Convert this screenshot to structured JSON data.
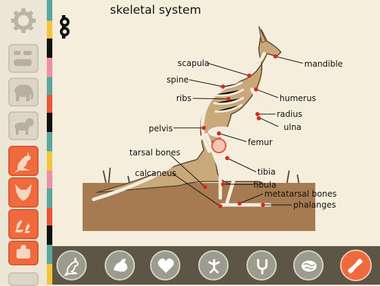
{
  "header": {
    "title": "skeletal system"
  },
  "colors": {
    "accent": "#ef6a3c",
    "bone_dot": "#d62a1f",
    "dirt": "#a67b52"
  },
  "sidebar": {
    "items": [
      {
        "name": "animals-group",
        "icon": "kangaroo-group-icon",
        "state": "inactive"
      },
      {
        "name": "elephant",
        "icon": "elephant-icon",
        "state": "inactive"
      },
      {
        "name": "lion",
        "icon": "lion-icon",
        "state": "inactive"
      },
      {
        "name": "kangaroo",
        "icon": "kangaroo-icon",
        "state": "active"
      },
      {
        "name": "kangaroo-head",
        "icon": "kangaroo-head-icon",
        "state": "active"
      },
      {
        "name": "kangaroo-baby",
        "icon": "kangaroo-baby-icon",
        "state": "active"
      },
      {
        "name": "kangaroo-food",
        "icon": "food-icon",
        "state": "active"
      }
    ]
  },
  "labels": {
    "scapula": "scapula",
    "spine": "spine",
    "ribs": "ribs",
    "pelvis": "pelvis",
    "tarsal_bones": "tarsal bones",
    "calcaneus": "calcaneus",
    "mandible": "mandible",
    "humerus": "humerus",
    "radius": "radius",
    "ulna": "ulna",
    "femur": "femur",
    "tibia": "tibia",
    "fibula": "fibula",
    "metatarsal_bones": "metatarsal bones",
    "phalanges": "phalanges"
  },
  "toolbar": {
    "tools": [
      {
        "name": "body",
        "icon": "kangaroo-outline-icon"
      },
      {
        "name": "muscles",
        "icon": "muscle-arm-icon"
      },
      {
        "name": "heart",
        "icon": "heart-icon"
      },
      {
        "name": "lungs",
        "icon": "lungs-icon"
      },
      {
        "name": "digestion",
        "icon": "stomach-icon"
      },
      {
        "name": "brain",
        "icon": "brain-icon"
      },
      {
        "name": "skeleton",
        "icon": "bone-icon",
        "active": true
      }
    ]
  }
}
